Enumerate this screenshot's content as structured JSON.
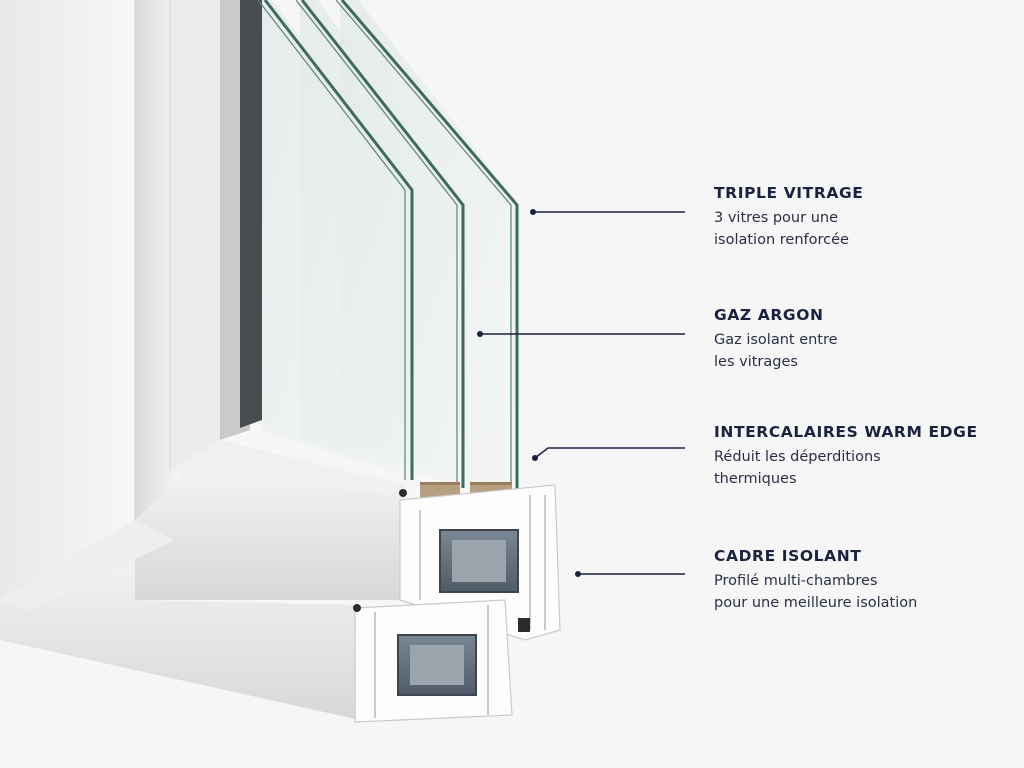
{
  "colors": {
    "text": "#1a2240",
    "leader": "#1a2240",
    "background": "#f6f6f7",
    "pvc": "#ffffff",
    "glass_edge": "#3f6a60",
    "steel_core": "#5f6c78"
  },
  "callouts": [
    {
      "title": "TRIPLE VITRAGE",
      "lines": [
        "3 vitres pour une",
        "isolation renforcée"
      ]
    },
    {
      "title": "GAZ ARGON",
      "lines": [
        "Gaz isolant entre",
        "les vitrages"
      ]
    },
    {
      "title": "INTERCALAIRES WARM EDGE",
      "lines": [
        "Réduit les déperditions",
        "thermiques"
      ]
    },
    {
      "title": "CADRE ISOLANT",
      "lines": [
        "Profilé multi-chambres",
        "pour une meilleure isolation"
      ]
    }
  ]
}
